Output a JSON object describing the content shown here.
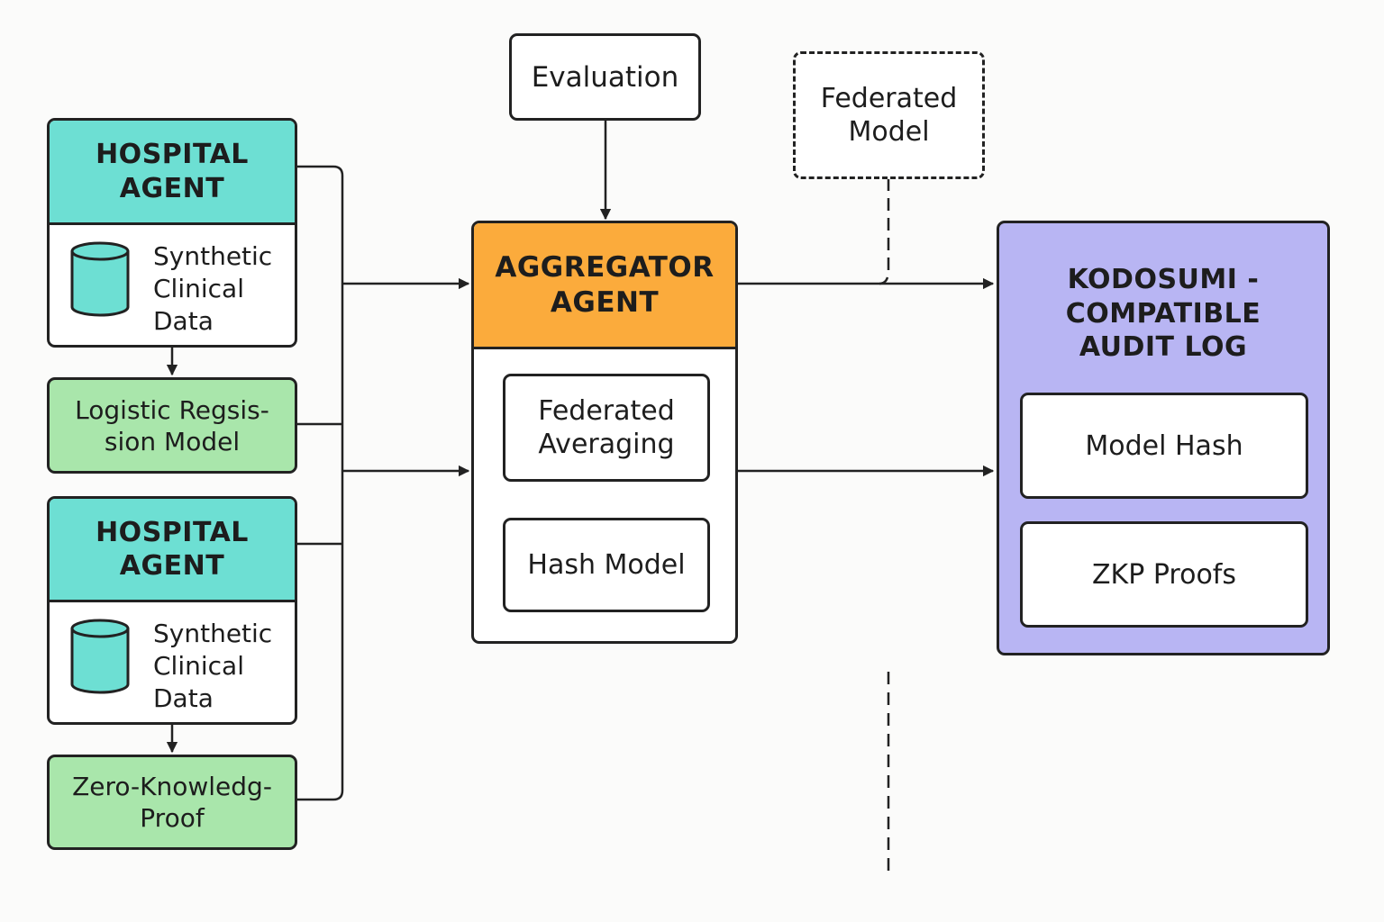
{
  "hospital_agents": [
    {
      "title": "HOSPITAL\nAGENT",
      "data_label": "Synthetic\nClinical\nData",
      "data_icon": "database-cylinder-icon",
      "output_label": "Logistic Regsis-\nsion Model"
    },
    {
      "title": "HOSPITAL\nAGENT",
      "data_label": "Synthetic\nClinical\nData",
      "data_icon": "database-cylinder-icon",
      "output_label": "Zero-Knowledg-\nProof"
    }
  ],
  "evaluation": {
    "label": "Evaluation"
  },
  "federated_model": {
    "label": "Federated\nModel",
    "border": "dashed"
  },
  "aggregator": {
    "title": "AGGREGATOR\nAGENT",
    "steps": [
      "Federated\nAveraging",
      "Hash Model"
    ]
  },
  "audit_log": {
    "title": "KODOSUMI -\nCOMPATIBLE\nAUDIT LOG",
    "items": [
      "Model Hash",
      "ZKP Proofs"
    ]
  },
  "colors": {
    "hospital_header": "#6ddfd3",
    "model_box": "#a9e6ab",
    "aggregator_header": "#fbab3c",
    "audit_log_bg": "#b8b5f3",
    "stroke": "#222222"
  }
}
